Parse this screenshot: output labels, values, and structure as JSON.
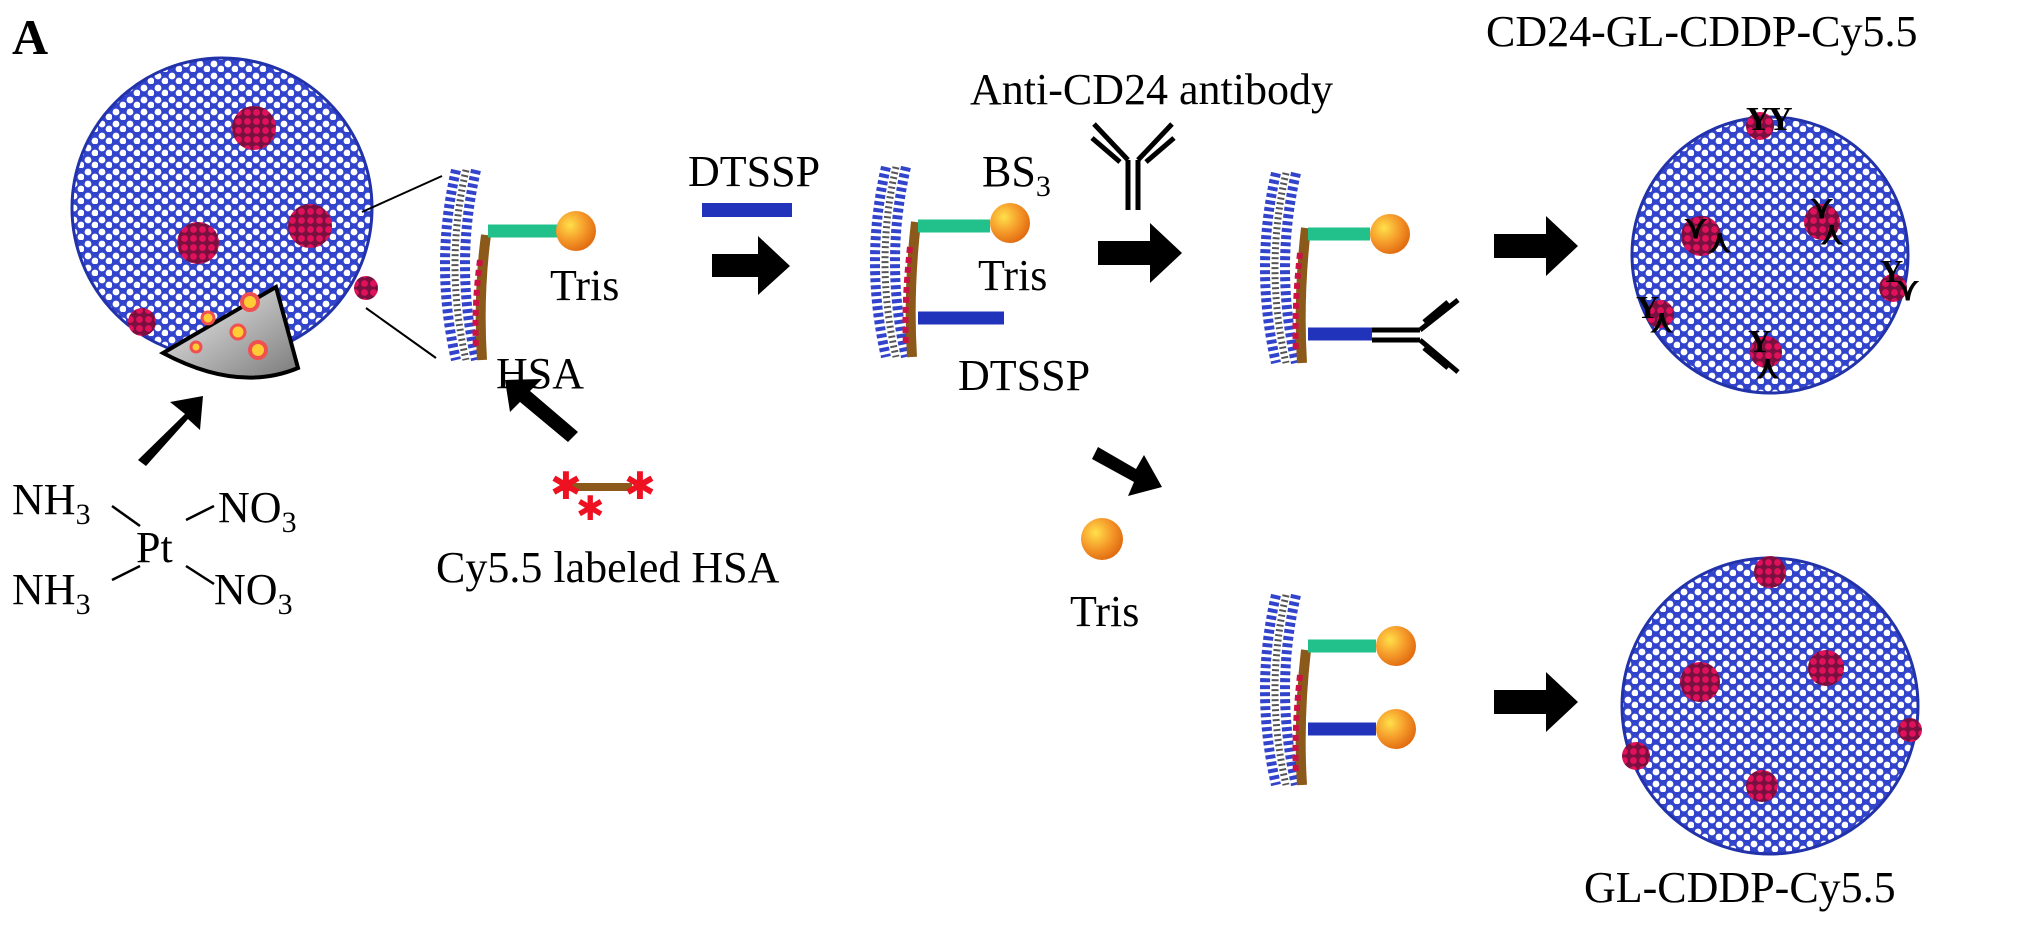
{
  "panel_label": "A",
  "labels": {
    "anti_cd24": "Anti-CD24 antibody",
    "cd24_product": "CD24-GL-CDDP-Cy5.5",
    "gl_product": "GL-CDDP-Cy5.5",
    "dtssp_reagent": "DTSSP",
    "bs3": "BS",
    "bs3_sub": "3",
    "tris_1": "Tris",
    "tris_2": "Tris",
    "tris_3": "Tris",
    "hsa": "HSA",
    "dtssp_linker": "DTSSP",
    "cy55_hsa": "Cy5.5 labeled HSA"
  },
  "cisplatin": {
    "center": "Pt",
    "ligand_tl": "NH",
    "ligand_tl_sub": "3",
    "ligand_bl": "NH",
    "ligand_bl_sub": "3",
    "ligand_tr": "NO",
    "ligand_tr_sub": "3",
    "ligand_br": "NO",
    "ligand_br_sub": "3"
  },
  "colors": {
    "liposome_blue": "#3344cc",
    "lipid_cell": "#ffffff",
    "drug_red": "#cc1144",
    "tris_orange": "#f59a2a",
    "linker_green": "#22c08a",
    "linker_blue": "#2233bb",
    "hsa_brown": "#8b5a1a",
    "cy55_red": "#ee1122",
    "arrow": "#000000"
  }
}
